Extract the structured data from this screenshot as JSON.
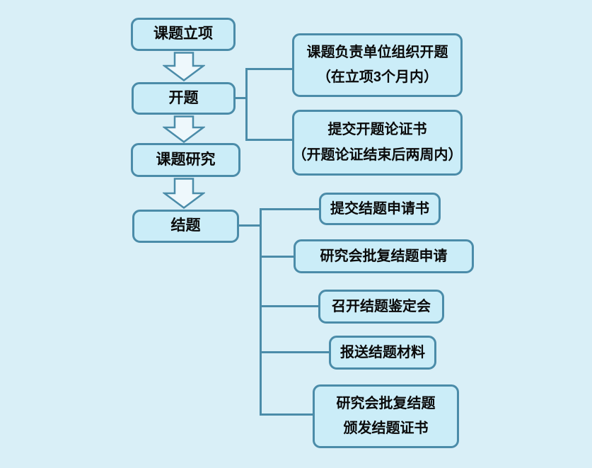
{
  "diagram": {
    "type": "flowchart",
    "language": "zh-CN",
    "colors": {
      "background": "#d9eff7",
      "node_fill": "#cbedf8",
      "node_border": "#4b8ca9",
      "connector": "#4b8ca9",
      "arrow_fill": "#eef8fc",
      "text": "#0a0a0a"
    },
    "main_flow": [
      {
        "label": "课题立项"
      },
      {
        "label": "开题"
      },
      {
        "label": "课题研究"
      },
      {
        "label": "结题"
      }
    ],
    "kaiti_branches": [
      {
        "line1": "课题负责单位组织开题",
        "line2": "（在立项3个月内）"
      },
      {
        "line1": "提交开题论证书",
        "line2": "（开题论证结束后两周内）"
      }
    ],
    "jieti_branches": [
      {
        "line1": "提交结题申请书"
      },
      {
        "line1": "研究会批复结题申请"
      },
      {
        "line1": "召开结题鉴定会"
      },
      {
        "line1": "报送结题材料"
      },
      {
        "line1": "研究会批复结题",
        "line2": "颁发结题证书"
      }
    ]
  }
}
